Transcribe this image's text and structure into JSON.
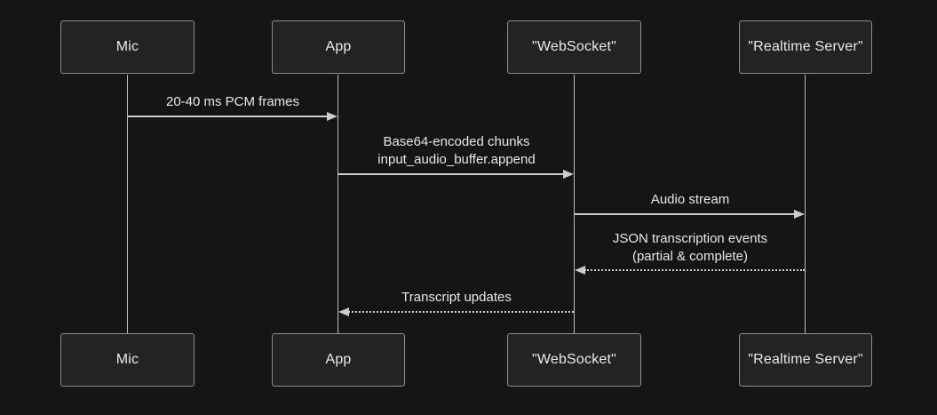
{
  "diagram": {
    "type": "sequence-diagram",
    "participants": [
      {
        "id": "mic",
        "label": "Mic"
      },
      {
        "id": "app",
        "label": "App"
      },
      {
        "id": "websocket",
        "label": "\"WebSocket\""
      },
      {
        "id": "realtime-server",
        "label": "\"Realtime Server\""
      }
    ],
    "messages": [
      {
        "from": "Mic",
        "to": "App",
        "style": "solid",
        "direction": "right",
        "lines": [
          "20-40 ms PCM frames"
        ]
      },
      {
        "from": "App",
        "to": "\"WebSocket\"",
        "style": "solid",
        "direction": "right",
        "lines": [
          "Base64-encoded chunks",
          "input_audio_buffer.append"
        ]
      },
      {
        "from": "\"WebSocket\"",
        "to": "\"Realtime Server\"",
        "style": "solid",
        "direction": "right",
        "lines": [
          "Audio stream"
        ]
      },
      {
        "from": "\"Realtime Server\"",
        "to": "\"WebSocket\"",
        "style": "dotted",
        "direction": "left",
        "lines": [
          "JSON transcription events",
          "(partial & complete)"
        ]
      },
      {
        "from": "\"WebSocket\"",
        "to": "App",
        "style": "dotted",
        "direction": "left",
        "lines": [
          "Transcript updates"
        ]
      }
    ],
    "colors": {
      "background": "#151515",
      "actor_fill": "#232323",
      "actor_border": "#8f8f8f",
      "line": "#cccccc",
      "text": "#e8e8e8"
    }
  }
}
